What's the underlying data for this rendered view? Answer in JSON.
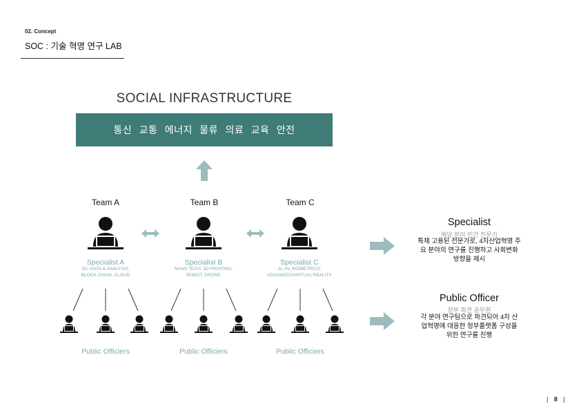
{
  "header": {
    "section_no": "02. Concept",
    "section_title": "SOC : 기술 혁명 연구 LAB"
  },
  "infra": {
    "title": "SOCIAL INFRASTRUCTURE",
    "sectors": "통신 교통 에너지 물류 의료 교육 안전"
  },
  "teams": [
    {
      "label": "Team A",
      "specialist": "Specialist A",
      "desc_line1": "5G, DATA & ANALYSIS,",
      "desc_line2": "BLOCK CHAIN, CLOUD"
    },
    {
      "label": "Team B",
      "specialist": "Specialist B",
      "desc_line1": "NANO TECH, 3D PRINTING,",
      "desc_line2": "ROBOT, DRONE"
    },
    {
      "label": "Team C",
      "specialist": "Specialist C",
      "desc_line1": "AI, AV, BIOMETRICS,",
      "desc_line2": "ADVANCED/VIRTUAL REALITY"
    }
  ],
  "officers_label": "Public Officiers",
  "roles": [
    {
      "title": "Specialist",
      "subtitle": "해당 분야 민간 전문가",
      "desc_lines": [
        "특채 고용된 전문가로, 4차산업혁명 주",
        "요 분야의 연구를 진행하고 사회변화",
        "방향을 제시"
      ]
    },
    {
      "title": "Public Officer",
      "subtitle": "정부 파견 공무원",
      "desc_lines": [
        "각 분야 연구팀으로 파견되어 4차 산",
        "업혁명에 대응한 정부플랫폼 구성을",
        "위한 연구를 진행"
      ]
    }
  ],
  "footer": {
    "page_number": "8"
  },
  "colors": {
    "teal": "#3f7b77",
    "light_teal": "#9dbcbf",
    "accent_text": "#7aa7ab"
  }
}
